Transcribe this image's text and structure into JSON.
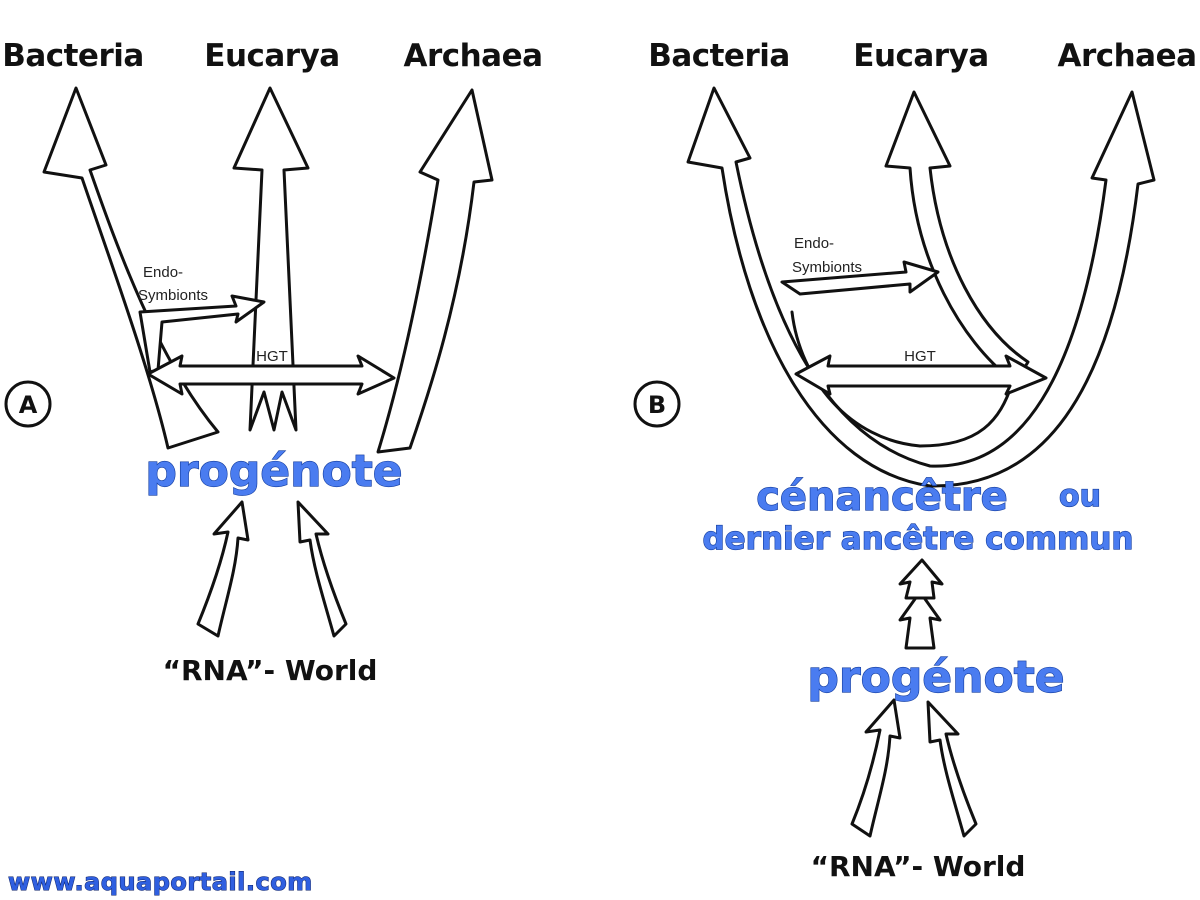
{
  "panel_a": {
    "letter": "A",
    "domains": [
      "Bacteria",
      "Eucarya",
      "Archaea"
    ],
    "endosymbionts": [
      "Endo-",
      "Symbionts"
    ],
    "hgt": "HGT",
    "origin": "progénote",
    "rna_world": "“RNA”- World"
  },
  "panel_b": {
    "letter": "B",
    "domains": [
      "Bacteria",
      "Eucarya",
      "Archaea"
    ],
    "endosymbionts": [
      "Endo-",
      "Symbionts"
    ],
    "hgt": "HGT",
    "ancestor_main": "cénancêtre",
    "ancestor_or": "ou",
    "ancestor_alt": "dernier ancêtre commun",
    "origin": "progénote",
    "rna_world": "“RNA”- World"
  },
  "watermark": "www.aquaportail.com",
  "colors": {
    "label_blue": "#4a7cf0",
    "label_outline": "#123b9c",
    "arrow_stroke": "#111111"
  }
}
